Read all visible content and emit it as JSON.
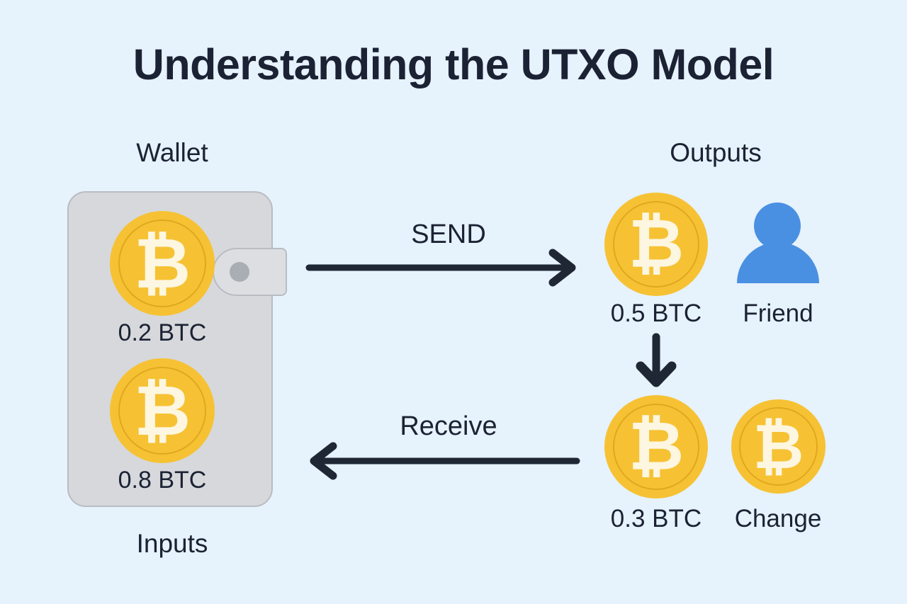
{
  "page": {
    "title": "Understanding the UTXO Model",
    "background_color": "#e6f2fc",
    "text_color": "#1b2233"
  },
  "colors": {
    "coin_gold": "#f6c234",
    "coin_ring": "#e0a81e",
    "coin_symbol": "#fdf6e0",
    "wallet_body": "#d6d8dc",
    "wallet_border": "#b9bcc2",
    "person_blue": "#4a90e2",
    "arrow": "#1f2735"
  },
  "wallet_section": {
    "heading": "Wallet",
    "footer_heading": "Inputs",
    "coins": [
      {
        "symbol": "₿",
        "label": "0.2 BTC",
        "icon": "bitcoin-coin-icon"
      },
      {
        "symbol": "₿",
        "label": "0.8 BTC",
        "icon": "bitcoin-coin-icon"
      }
    ],
    "clasp_icon": "wallet-clasp-icon"
  },
  "outputs_section": {
    "heading": "Outputs",
    "top_row": [
      {
        "type": "coin",
        "symbol": "₿",
        "label": "0.5 BTC",
        "icon": "bitcoin-coin-icon"
      },
      {
        "type": "person",
        "label": "Friend",
        "icon": "person-icon"
      }
    ],
    "bottom_row": [
      {
        "type": "coin",
        "symbol": "₿",
        "label": "0.3 BTC",
        "icon": "bitcoin-coin-icon"
      },
      {
        "type": "coin",
        "symbol": "₿",
        "label": "Change",
        "icon": "bitcoin-coin-icon"
      }
    ]
  },
  "arrows": [
    {
      "name": "send",
      "label": "SEND",
      "direction": "right",
      "icon": "arrow-right-icon"
    },
    {
      "name": "receive",
      "label": "Receive",
      "direction": "left",
      "icon": "arrow-left-icon"
    },
    {
      "name": "split",
      "label": "",
      "direction": "down",
      "icon": "arrow-down-icon"
    }
  ]
}
